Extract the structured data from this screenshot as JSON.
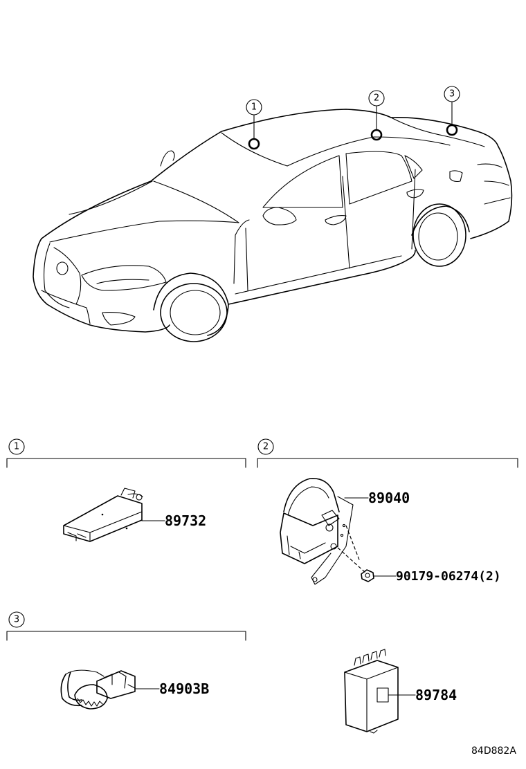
{
  "locations": [
    {
      "callout": "1"
    },
    {
      "callout": "2"
    },
    {
      "callout": "3"
    }
  ],
  "sections": [
    {
      "callout": "1"
    },
    {
      "callout": "2"
    },
    {
      "callout": "3"
    }
  ],
  "parts": {
    "p89732": "89732",
    "p89040": "89040",
    "p90179": "90179-06274(2)",
    "p84903B": "84903B",
    "p89784": "89784"
  },
  "diagram_code": "84D882A"
}
